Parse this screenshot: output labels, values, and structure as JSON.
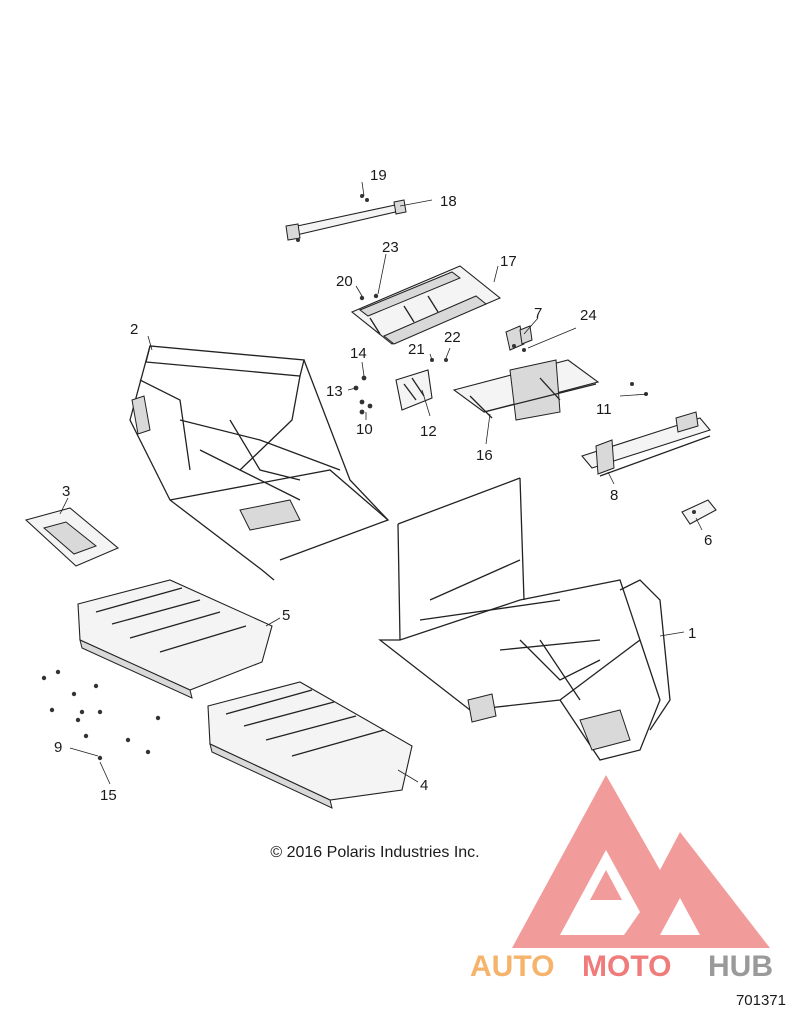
{
  "diagram": {
    "callouts": [
      {
        "id": "c1",
        "label": "1"
      },
      {
        "id": "c2",
        "label": "2"
      },
      {
        "id": "c3",
        "label": "3"
      },
      {
        "id": "c4",
        "label": "4"
      },
      {
        "id": "c5",
        "label": "5"
      },
      {
        "id": "c6",
        "label": "6"
      },
      {
        "id": "c7",
        "label": "7"
      },
      {
        "id": "c8",
        "label": "8"
      },
      {
        "id": "c9",
        "label": "9"
      },
      {
        "id": "c10",
        "label": "10"
      },
      {
        "id": "c11",
        "label": "11"
      },
      {
        "id": "c12",
        "label": "12"
      },
      {
        "id": "c13",
        "label": "13"
      },
      {
        "id": "c14",
        "label": "14"
      },
      {
        "id": "c15",
        "label": "15"
      },
      {
        "id": "c16",
        "label": "16"
      },
      {
        "id": "c17",
        "label": "17"
      },
      {
        "id": "c18",
        "label": "18"
      },
      {
        "id": "c19",
        "label": "19"
      },
      {
        "id": "c20",
        "label": "20"
      },
      {
        "id": "c21",
        "label": "21"
      },
      {
        "id": "c22",
        "label": "22"
      },
      {
        "id": "c23",
        "label": "23"
      },
      {
        "id": "c24",
        "label": "24"
      }
    ]
  },
  "copyright": "© 2016 Polaris Industries Inc.",
  "watermark": {
    "text_auto": "AUTO",
    "text_moto": "MOTO",
    "text_hub": "HUB",
    "color_primary": "#f07b7b",
    "color_auto": "#f6b36b",
    "color_hub": "#9a9a9a"
  },
  "doc_number": "701371"
}
